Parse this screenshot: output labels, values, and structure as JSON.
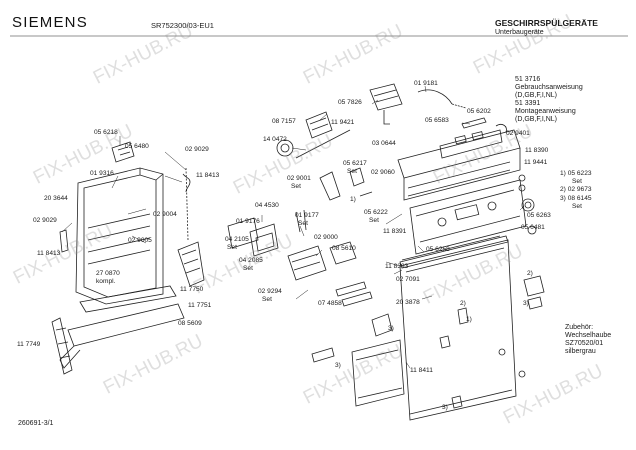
{
  "header": {
    "brand": "SIEMENS",
    "model": "SR752300/03-EU1",
    "category": "GESCHIRRSPÜLGERÄTE",
    "subcategory": "Unterbaugeräte",
    "doc_ref": "260691-3/1"
  },
  "watermark": "FIX-HUB.RU",
  "manuals": [
    {
      "part": "51 3716",
      "title": "Gebrauchsanweisung",
      "langs": "(D,GB,F,I,NL)"
    },
    {
      "part": "51 3391",
      "title": "Montageanweisung",
      "langs": "(D,GB,F,I,NL)"
    }
  ],
  "accessory": {
    "title": "Zubehör:",
    "name": "Wechselhaube",
    "part": "SZ70520/01",
    "color": "silbergrau"
  },
  "callouts": {
    "c01": "05 6218",
    "c02": "05 6480",
    "c03": "01 9316",
    "c04": "02 9029",
    "c05": "20 3644",
    "c06": "02 9004",
    "c07": "02 9029",
    "c08": "02 9005",
    "c09": "11 8413",
    "c10": "27 0870",
    "c11": "kompl.",
    "c12": "11 8413",
    "c13": "11 7750",
    "c14": "11 7751",
    "c15": "11 7749",
    "c16": "08 5609",
    "c17": "14 0472",
    "c18": "08 7157",
    "c19": "05 7826",
    "c20": "11 9421",
    "c21": "01 9181",
    "c22": "05 6202",
    "c23": "05 6583",
    "c24": "02 9401",
    "c25": "03 0644",
    "c26": "02 9001",
    "c27": "Set",
    "c28": "05 6217",
    "c29": "Set",
    "c30": "02 9060",
    "c31": "11 8390",
    "c32": "11 9441",
    "c33": "04 4530",
    "c34": "01 9176",
    "c35": "04 2105",
    "c36": "Set",
    "c37": "04 2085",
    "c38": "Set",
    "c39": "01 9177",
    "c40": "Set",
    "c41": "02 9000",
    "c42": "08 5610",
    "c43": "05 6222",
    "c44": "Set",
    "c45": "11 8391",
    "c46": "05 6258",
    "c47": "05 6263",
    "c48": "05 6481",
    "c49": "1) 05 6223",
    "c50": "Set",
    "c51": "2) 02 9673",
    "c52": "3) 08 6145",
    "c53": "Set",
    "c54": "02 9294",
    "c55": "Set",
    "c56": "07 4858",
    "c57": "11 8393",
    "c58": "02 7091",
    "c59": "20 3878",
    "c60": "11 8411",
    "m1": "1)",
    "m2": "2)",
    "m3": "3)",
    "m4": "2)",
    "m5": "3)",
    "m6": "3)",
    "m7": "3)",
    "m8": "1)"
  }
}
